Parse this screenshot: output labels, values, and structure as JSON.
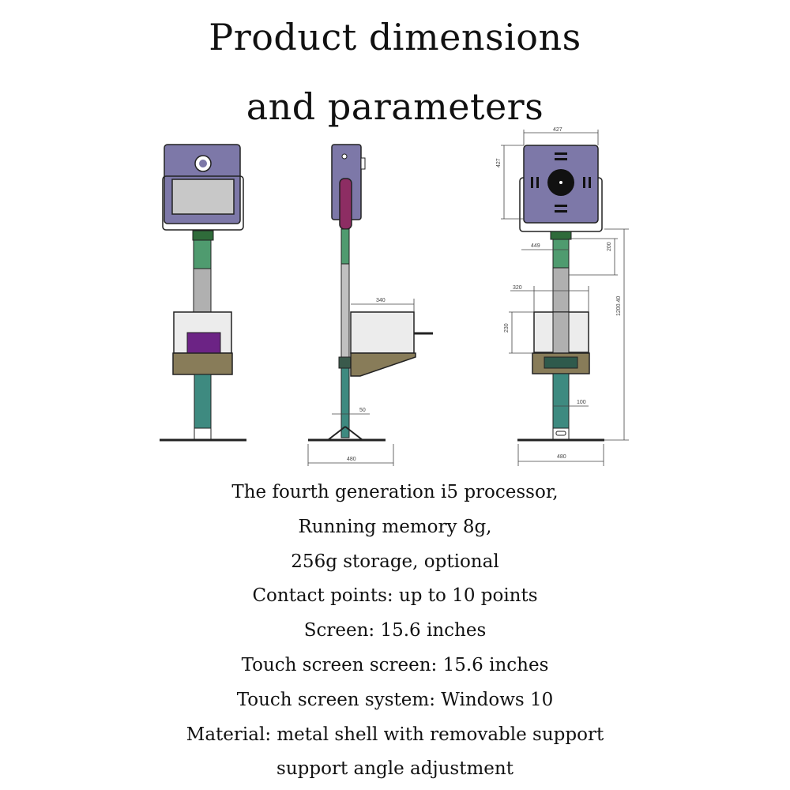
{
  "title": {
    "line1": "Product dimensions",
    "line2": "and parameters"
  },
  "colors": {
    "head": "#7d78a8",
    "screen": "#c8c8c8",
    "pole_green": "#4f9b6f",
    "pole_grey": "#b0b0b0",
    "pole_teal": "#3e8a80",
    "tray": "#887c59",
    "printer_box": "#ececec",
    "purple_slot": "#6c2385",
    "arm": "#8d2d63",
    "line": "#222222"
  },
  "dimensions": {
    "side_width": "340",
    "side_pole": "50",
    "side_base": "480",
    "back_top": "427",
    "back_side": "427",
    "back_449": "449",
    "back_200": "200",
    "back_320": "320",
    "back_230": "230",
    "back_height": "1200.40",
    "back_100": "100",
    "back_base": "480"
  },
  "specs": [
    "The fourth generation i5 processor,",
    "Running memory 8g,",
    "256g storage, optional",
    "Contact points: up to 10 points",
    "Screen: 15.6 inches",
    "Touch screen screen: 15.6 inches",
    "Touch screen system: Windows 10",
    "Material: metal shell with removable support",
    "support angle adjustment"
  ]
}
